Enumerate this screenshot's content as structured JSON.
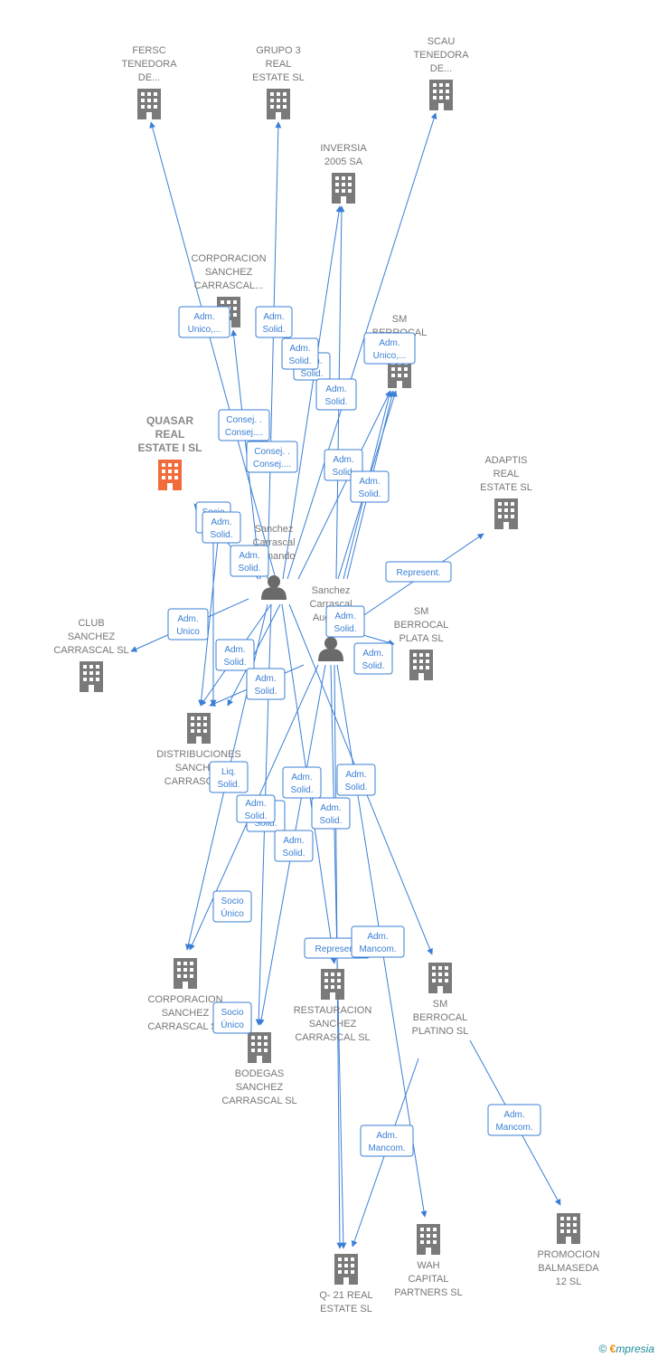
{
  "colors": {
    "edge": "#3a7fd5",
    "company": "#7a7a7a",
    "focus": "#f26b3a",
    "person": "#6a6a6a"
  },
  "nodes": [
    {
      "id": "fersc",
      "type": "company",
      "label": [
        "FERSC",
        "TENEDORA",
        "DE..."
      ]
    },
    {
      "id": "grupo3",
      "type": "company",
      "label": [
        "GRUPO 3",
        "REAL",
        "ESTATE  SL"
      ]
    },
    {
      "id": "scau",
      "type": "company",
      "label": [
        "SCAU",
        "TENEDORA",
        "DE..."
      ]
    },
    {
      "id": "inversia",
      "type": "company",
      "label": [
        "INVERSIA",
        "2005 SA"
      ]
    },
    {
      "id": "corp_top",
      "type": "company",
      "label": [
        "CORPORACION",
        "SANCHEZ",
        "CARRASCAL..."
      ]
    },
    {
      "id": "smberrocal",
      "type": "company",
      "label": [
        "SM",
        "BERROCAL",
        "..."
      ]
    },
    {
      "id": "quasar",
      "type": "focus",
      "label": [
        "QUASAR",
        "REAL",
        "ESTATE I  SL"
      ]
    },
    {
      "id": "adaptis",
      "type": "company",
      "label": [
        "ADAPTIS",
        "REAL",
        "ESTATE  SL"
      ]
    },
    {
      "id": "fernando",
      "type": "person",
      "label": [
        "Sanchez",
        "Carrascal",
        "Fernando"
      ]
    },
    {
      "id": "augusto",
      "type": "person",
      "label": [
        "Sanchez",
        "Carrascal",
        "Augusto"
      ]
    },
    {
      "id": "club",
      "type": "company",
      "label": [
        "CLUB",
        "SANCHEZ",
        "CARRASCAL SL"
      ]
    },
    {
      "id": "plata",
      "type": "company",
      "label": [
        "SM",
        "BERROCAL",
        "PLATA SL"
      ]
    },
    {
      "id": "distrib",
      "type": "company",
      "label": [
        "DISTRIBUCIONES",
        "SANCHEZ",
        "CARRASCAL..."
      ]
    },
    {
      "id": "corp_bot",
      "type": "company",
      "label": [
        "CORPORACION",
        "SANCHEZ",
        "CARRASCAL SL"
      ]
    },
    {
      "id": "restaur",
      "type": "company",
      "label": [
        "RESTAURACION",
        "SANCHEZ",
        "CARRASCAL SL"
      ]
    },
    {
      "id": "platino",
      "type": "company",
      "label": [
        "SM",
        "BERROCAL",
        "PLATINO SL"
      ]
    },
    {
      "id": "bodegas",
      "type": "company",
      "label": [
        "BODEGAS",
        "SANCHEZ",
        "CARRASCAL SL"
      ]
    },
    {
      "id": "q21",
      "type": "company",
      "label": [
        "Q- 21 REAL",
        "ESTATE  SL"
      ]
    },
    {
      "id": "wah",
      "type": "company",
      "label": [
        "WAH",
        "CAPITAL",
        "PARTNERS SL"
      ]
    },
    {
      "id": "promocion",
      "type": "company",
      "label": [
        "PROMOCION",
        "BALMASEDA",
        "12  SL"
      ]
    }
  ],
  "edge_labels": [
    [
      "Adm.",
      "Unico,..."
    ],
    [
      "Adm.",
      "Solid."
    ],
    [
      "Adm.",
      "Solid."
    ],
    [
      "Adm.",
      "Solid."
    ],
    [
      "Adm.",
      "Solid."
    ],
    [
      "Adm.",
      "Unico,..."
    ],
    [
      "Consej. .",
      "Consej...."
    ],
    [
      "Consej. .",
      "Consej...."
    ],
    [
      "Adm.",
      "Solid."
    ],
    [
      "Adm.",
      "Solid."
    ],
    [
      "Socio",
      "Único"
    ],
    [
      "Adm.",
      "Solid."
    ],
    [
      "Adm.",
      "Solid."
    ],
    [
      "Represent."
    ],
    [
      "Adm.",
      "Unico"
    ],
    [
      "Adm.",
      "Solid."
    ],
    [
      "Adm.",
      "Solid."
    ],
    [
      "Adm.",
      "Solid."
    ],
    [
      "Adm.",
      "Solid."
    ],
    [
      "Liq.",
      "Solid."
    ],
    [
      "Adm.",
      "Solid."
    ],
    [
      "Adm.",
      "Solid."
    ],
    [
      "Adm.",
      "Solid."
    ],
    [
      "Adm.",
      "Solid."
    ],
    [
      "Adm.",
      "Solid."
    ],
    [
      "Adm.",
      "Solid."
    ],
    [
      "Socio",
      "Único"
    ],
    [
      "Socio",
      "Único"
    ],
    [
      "Represent."
    ],
    [
      "Adm.",
      "Mancom."
    ],
    [
      "Adm.",
      "Mancom."
    ],
    [
      "Adm.",
      "Mancom."
    ]
  ],
  "footer": {
    "copyright": "©",
    "brand_e": "€",
    "brand_rest": "mpresia"
  }
}
